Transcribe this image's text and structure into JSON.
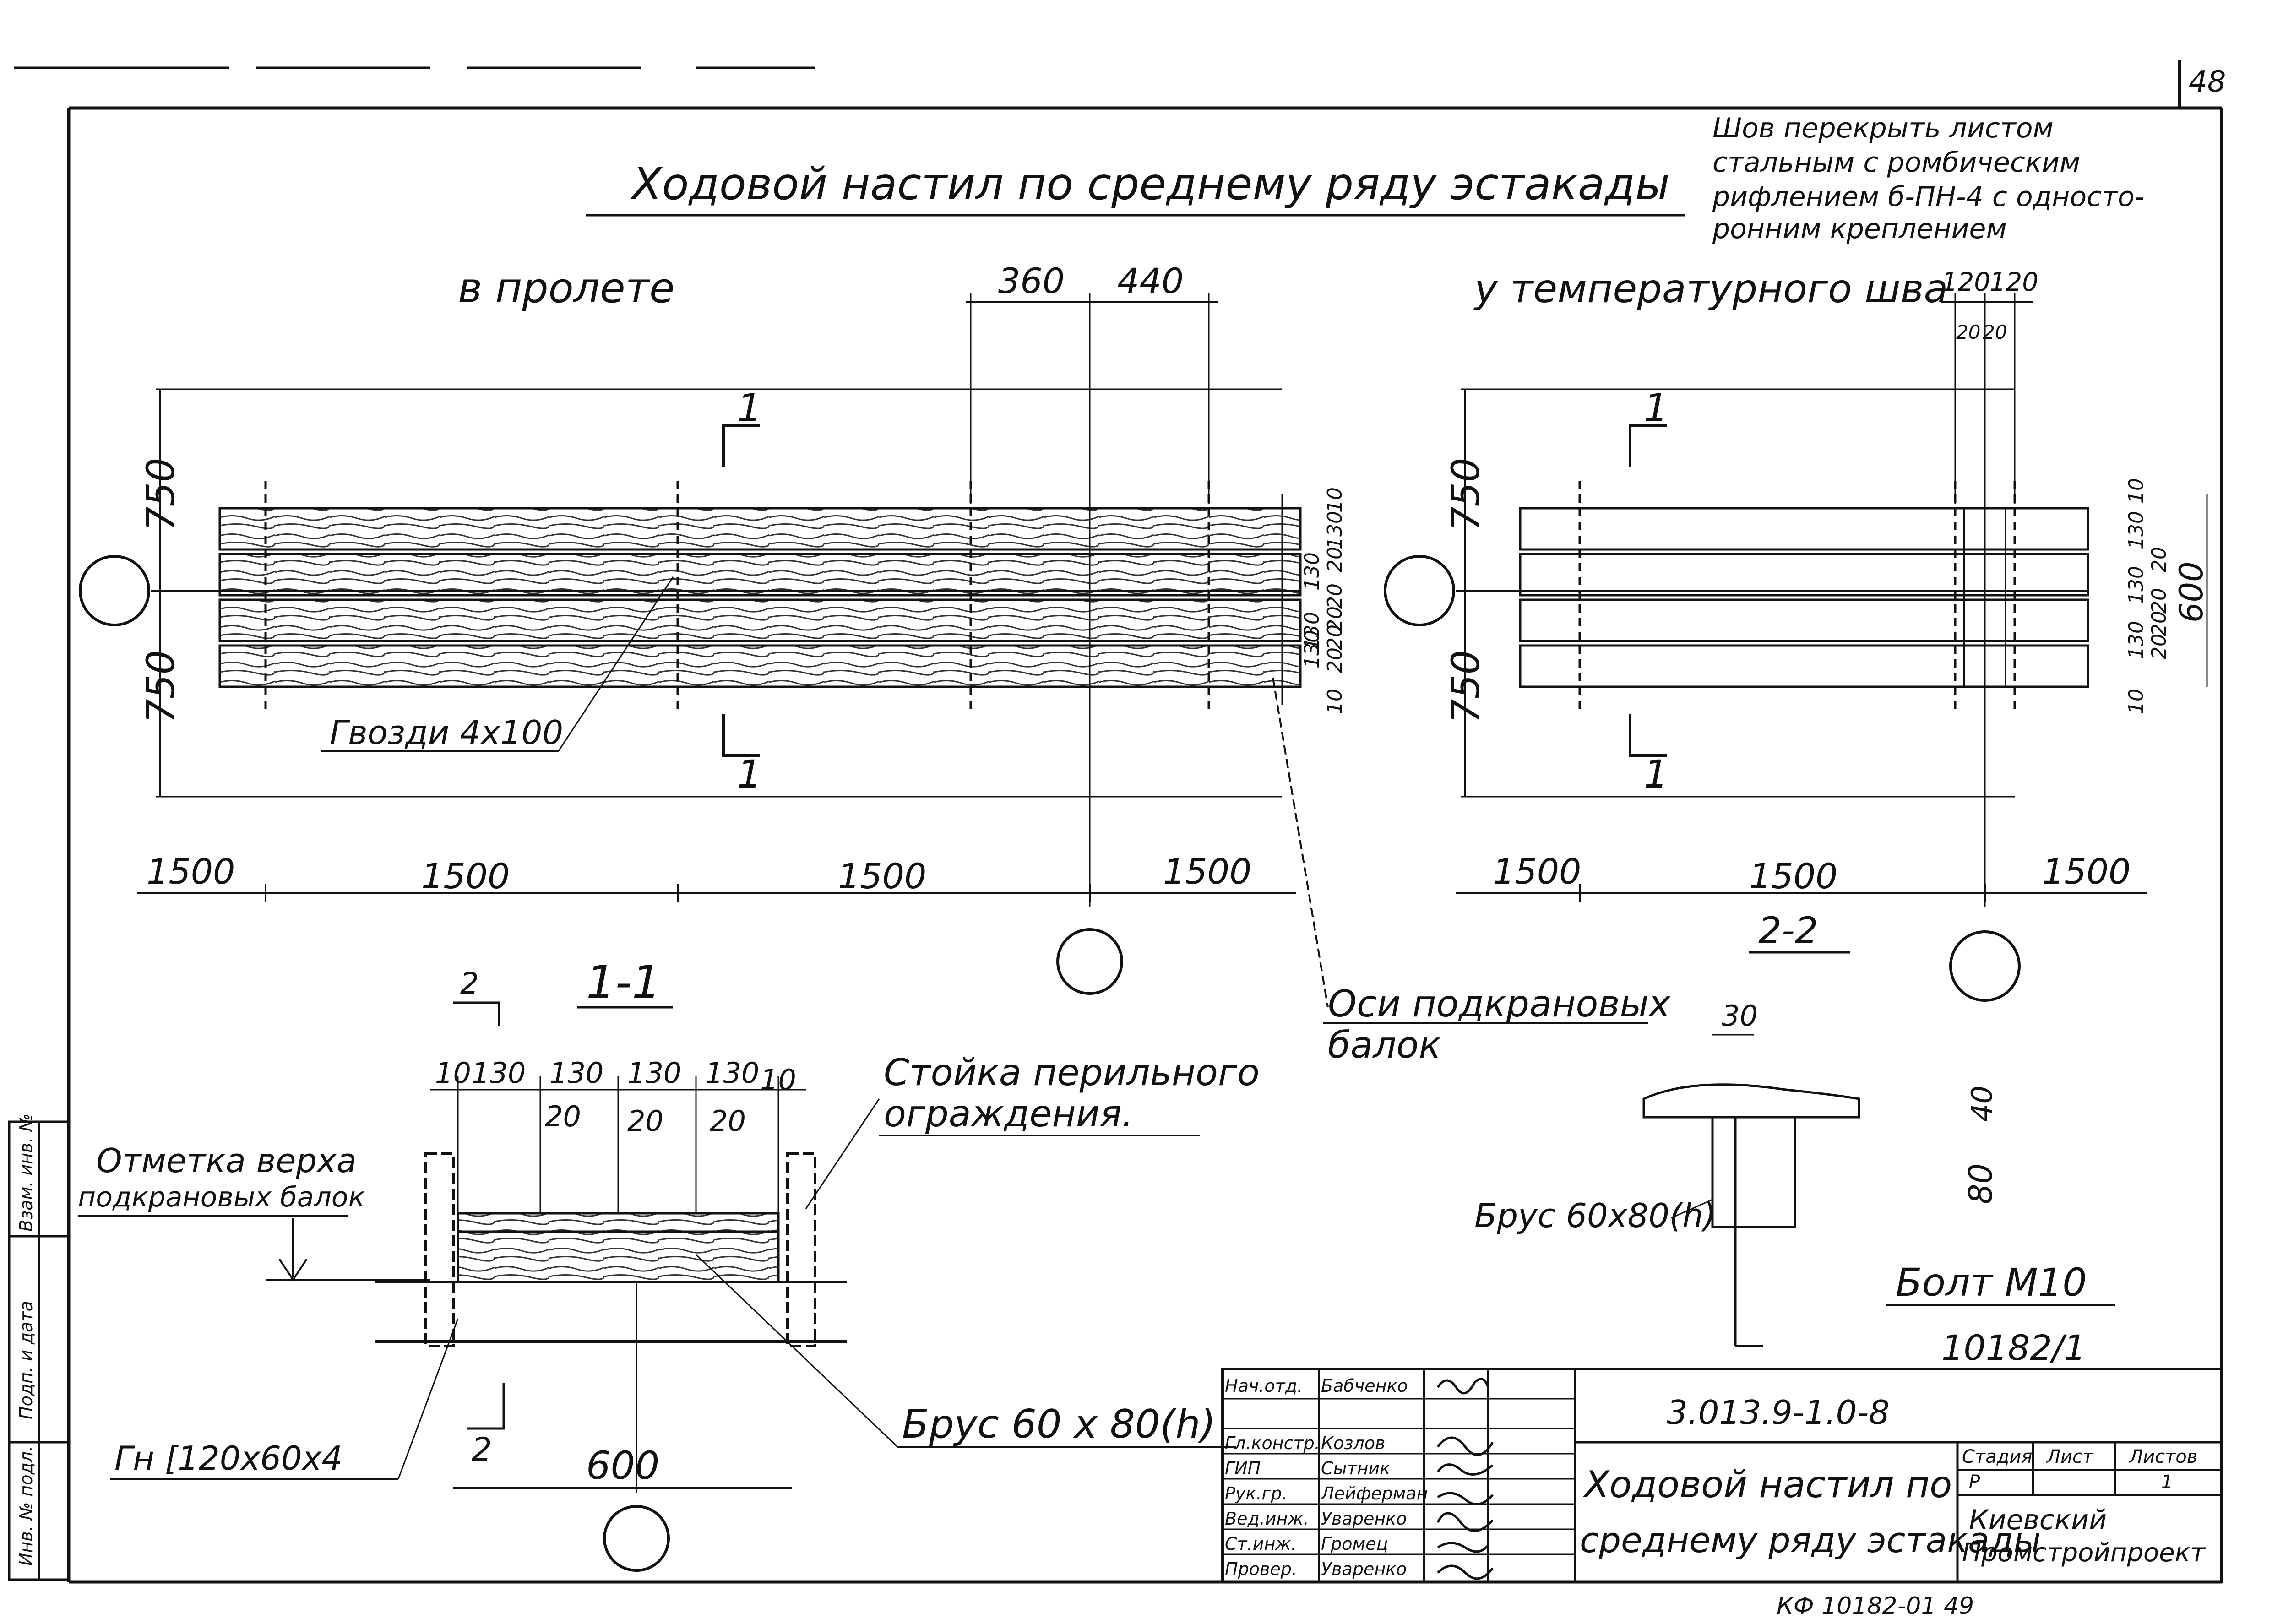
{
  "sheet": {
    "page_number": "48",
    "main_title": "Ходовой настил по среднему ряду эстакады",
    "note_lines": [
      "Шов перекрыть листом",
      "стальным с ромбическим",
      "рифлением б-ПН-4 с односто-",
      "ронним креплением"
    ],
    "stamp_bottom": "КФ 10182-01  49",
    "archive_number": "10182/1"
  },
  "view_span": {
    "title": "в пролете",
    "dim_top": [
      "360",
      "440"
    ],
    "dim_left": [
      "750",
      "750"
    ],
    "dim_bottom": [
      "1500",
      "1500",
      "1500",
      "1500"
    ],
    "dim_right": [
      "10",
      "130",
      "20",
      "130",
      "20",
      "20",
      "130",
      "20",
      "20",
      "130",
      "10"
    ],
    "section_mark": "1",
    "nails_label": "Гвозди 4х100"
  },
  "view_joint": {
    "title": "у температурного шва",
    "dim_top": [
      "120",
      "120"
    ],
    "dim_top_small": [
      "20",
      "20"
    ],
    "dim_left": [
      "750",
      "750"
    ],
    "dim_bottom": [
      "1500",
      "1500",
      "1500"
    ],
    "dim_right": [
      "10",
      "130",
      "20",
      "130",
      "20",
      "20",
      "130",
      "20",
      "10"
    ],
    "dim_total": "600",
    "section_mark": "1"
  },
  "section_1_1": {
    "title": "1-1",
    "dims_top": [
      "10",
      "130",
      "130",
      "130",
      "130",
      "10"
    ],
    "dims_gap": [
      "20",
      "20",
      "20"
    ],
    "dim_bottom": "600",
    "mark": "2",
    "mark_top": "2",
    "label_level": [
      "Отметка верха",
      "подкрановых балок"
    ],
    "label_post": [
      "Стойка перильного",
      "ограждения."
    ],
    "label_channel": "Гн [120х60х4",
    "label_beam": "Брус 60 х 80(h)",
    "label_axes": [
      "Оси подкрановых",
      "балок"
    ]
  },
  "section_2_2": {
    "title": "2-2",
    "dim_30": "30",
    "dim_40": "40",
    "dim_80": "80",
    "label_beam": "Брус 60х80(h)",
    "label_bolt": "Болт М10"
  },
  "title_block": {
    "doc_code": "3.013.9-1.0-8",
    "rows": [
      {
        "role": "Нач.отд.",
        "name": "Бабченко"
      },
      {
        "role": "Гл.констр.",
        "name": "Козлов"
      },
      {
        "role": "ГИП",
        "name": "Сытник"
      },
      {
        "role": "Рук.гр.",
        "name": "Лейферман"
      },
      {
        "role": "Вед.инж.",
        "name": "Уваренко"
      },
      {
        "role": "Ст.инж.",
        "name": "Громец"
      },
      {
        "role": "Провер.",
        "name": "Уваренко"
      }
    ],
    "drawing_title": [
      "Ходовой настил по",
      "среднему ряду эстакады"
    ],
    "col_headers": [
      "Стадия",
      "Лист",
      "Листов"
    ],
    "col_values": [
      "Р",
      "",
      "1"
    ],
    "organization": [
      "Киевский",
      "Промстройпроект"
    ]
  },
  "left_strip": {
    "texts": [
      "Инв. № подл.",
      "Подп. и дата",
      "Взам. инв. №"
    ]
  }
}
